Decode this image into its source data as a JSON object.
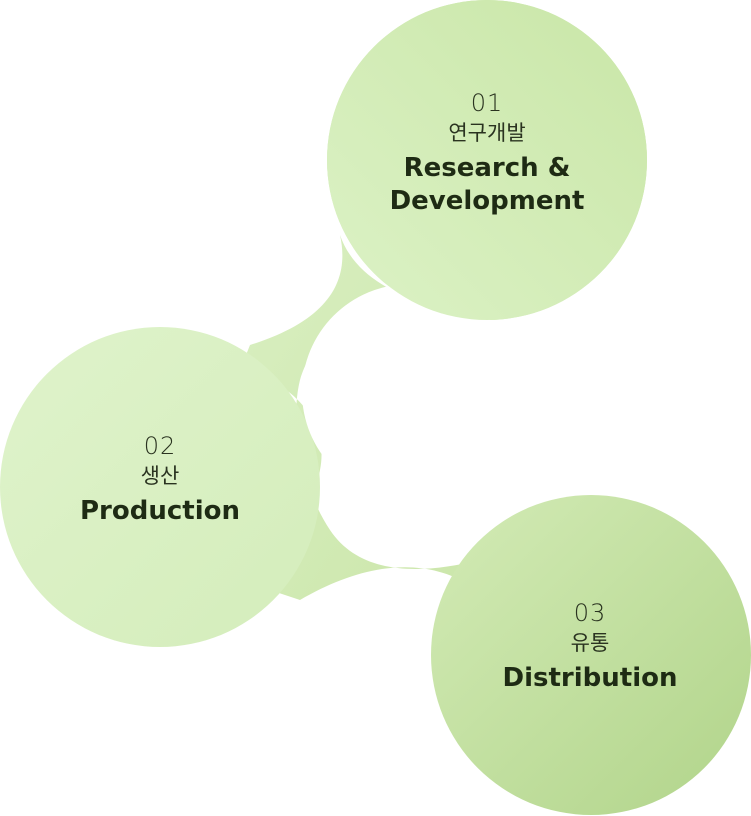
{
  "steps": [
    {
      "number": "01",
      "korean": "연구개발",
      "english_line1": "Research &",
      "english_line2": "Development"
    },
    {
      "number": "02",
      "korean": "생산",
      "english_line1": "Production"
    },
    {
      "number": "03",
      "korean": "유통",
      "english_line1": "Distribution"
    }
  ],
  "colors": {
    "light_green": "#e2f4cd",
    "mid_green": "#cfe8ad",
    "deep_green": "#b4d68c",
    "text_dark": "#1e2b14"
  }
}
